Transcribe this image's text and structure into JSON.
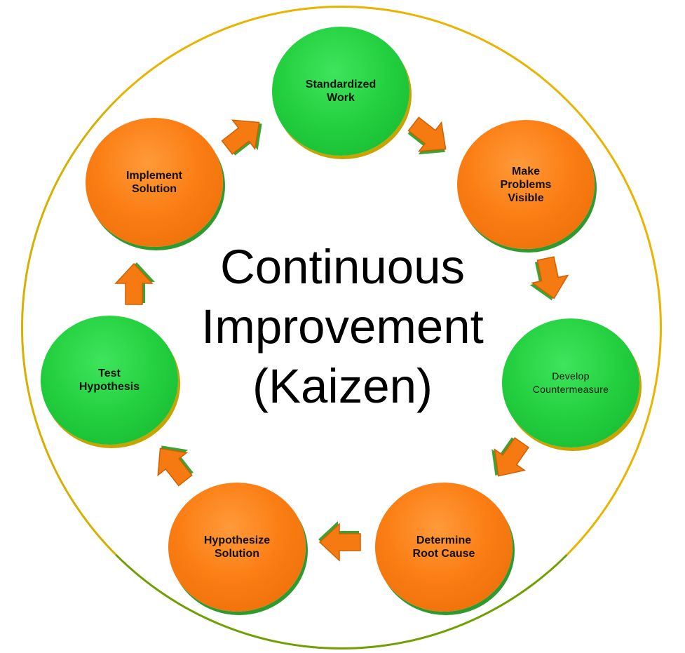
{
  "diagram": {
    "title": "Continuous\nImprovement\n(Kaizen)",
    "colors": {
      "orange": "#fb7e14",
      "green": "#22cf3e",
      "ring": "#e8b400",
      "arrow": "#f57a12"
    },
    "steps": [
      {
        "id": "standardized-work",
        "label": "Standardized\nWork",
        "color": "green"
      },
      {
        "id": "make-problems-visible",
        "label": "Make\nProblems\nVisible",
        "color": "orange"
      },
      {
        "id": "develop-countermeasure",
        "label": "Develop\nCountermeasure",
        "color": "green"
      },
      {
        "id": "determine-root-cause",
        "label": "Determine\nRoot Cause",
        "color": "orange"
      },
      {
        "id": "hypothesize-solution",
        "label": "Hypothesize\nSolution",
        "color": "orange"
      },
      {
        "id": "test-hypothesis",
        "label": "Test\nHypothesis",
        "color": "green"
      },
      {
        "id": "implement-solution",
        "label": "Implement\nSolution",
        "color": "orange"
      }
    ]
  }
}
